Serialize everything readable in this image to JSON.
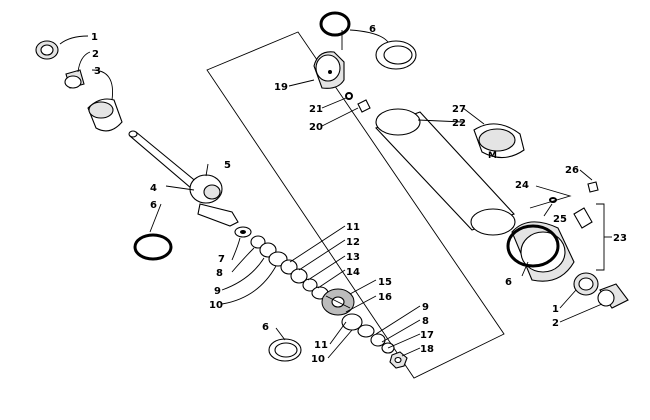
{
  "diagram": {
    "callouts": [
      {
        "id": "c1a",
        "text": "1"
      },
      {
        "id": "c2a",
        "text": "2"
      },
      {
        "id": "c3",
        "text": "3"
      },
      {
        "id": "c4",
        "text": "4"
      },
      {
        "id": "c5",
        "text": "5"
      },
      {
        "id": "c6a",
        "text": "6"
      },
      {
        "id": "c6b",
        "text": "6"
      },
      {
        "id": "c6c",
        "text": "6"
      },
      {
        "id": "c6d",
        "text": "6"
      },
      {
        "id": "c7",
        "text": "7"
      },
      {
        "id": "c8a",
        "text": "8"
      },
      {
        "id": "c9a",
        "text": "9"
      },
      {
        "id": "c10a",
        "text": "10"
      },
      {
        "id": "c11a",
        "text": "11"
      },
      {
        "id": "c12",
        "text": "12"
      },
      {
        "id": "c13",
        "text": "13"
      },
      {
        "id": "c14",
        "text": "14"
      },
      {
        "id": "c15",
        "text": "15"
      },
      {
        "id": "c16",
        "text": "16"
      },
      {
        "id": "c9b",
        "text": "9"
      },
      {
        "id": "c8b",
        "text": "8"
      },
      {
        "id": "c17",
        "text": "17"
      },
      {
        "id": "c18",
        "text": "18"
      },
      {
        "id": "c11b",
        "text": "11"
      },
      {
        "id": "c10b",
        "text": "10"
      },
      {
        "id": "c19",
        "text": "19"
      },
      {
        "id": "c21",
        "text": "21"
      },
      {
        "id": "c20",
        "text": "20"
      },
      {
        "id": "c27",
        "text": "27"
      },
      {
        "id": "c22",
        "text": "22"
      },
      {
        "id": "c26",
        "text": "26"
      },
      {
        "id": "c24",
        "text": "24"
      },
      {
        "id": "c25",
        "text": "25"
      },
      {
        "id": "c23",
        "text": "23"
      },
      {
        "id": "c1b",
        "text": "1"
      },
      {
        "id": "c2b",
        "text": "2"
      }
    ]
  }
}
